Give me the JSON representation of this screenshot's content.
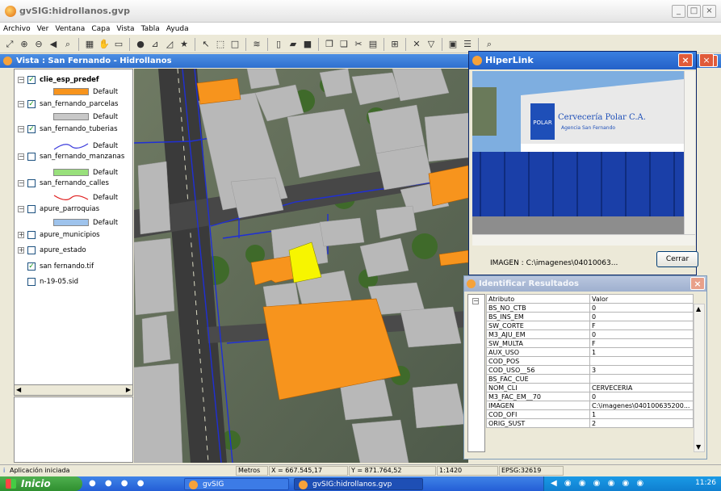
{
  "app": {
    "title": "gvSIG:hidrollanos.gvp"
  },
  "window_buttons": {
    "minimize": "_",
    "maximize": "□",
    "close": "×"
  },
  "menu": [
    "Archivo",
    "Ver",
    "Ventana",
    "Capa",
    "Vista",
    "Tabla",
    "Ayuda"
  ],
  "view": {
    "title": "Vista : San Fernando - Hidrollanos"
  },
  "toc": {
    "layers": [
      {
        "name": "clie_esp_predef",
        "checked": true,
        "expander": "−",
        "legend": "Default",
        "color": "#f7941d"
      },
      {
        "name": "san_fernando_parcelas",
        "checked": true,
        "expander": "−",
        "legend": "Default",
        "color": "#c8c8c8"
      },
      {
        "name": "san_fernando_tuberias",
        "checked": true,
        "expander": "−",
        "legend": "Default",
        "color": "#3b3bdc"
      },
      {
        "name": "san_fernando_manzanas",
        "checked": false,
        "expander": "−",
        "legend": "Default",
        "color": "#99e07c"
      },
      {
        "name": "san_fernando_calles",
        "checked": false,
        "expander": "−",
        "legend": "Default",
        "color": "#e02020"
      },
      {
        "name": "apure_parroquias",
        "checked": false,
        "expander": "−",
        "legend": "Default",
        "color": "#9ec3ec"
      },
      {
        "name": "apure_municipios",
        "checked": false,
        "expander": "+"
      },
      {
        "name": "apure_estado",
        "checked": false,
        "expander": "+"
      },
      {
        "name": "san fernando.tif",
        "checked": true
      },
      {
        "name": "n-19-05.sid",
        "checked": false
      }
    ]
  },
  "hiperlink": {
    "title": "HiperLink",
    "image_path": "IMAGEN : C:\\imagenes\\04010063...",
    "close_label": "Cerrar",
    "sign_text": "Cervecería Polar C.A.",
    "sign_sub": "Agencia San Fernando",
    "logo_text": "POLAR"
  },
  "results": {
    "title": "Identificar Resultados",
    "columns": [
      "Atributo",
      "Valor"
    ],
    "rows": [
      [
        "BS_NO_CTB",
        "0"
      ],
      [
        "BS_INS_EM",
        "0"
      ],
      [
        "SW_CORTE",
        "F"
      ],
      [
        "M3_AJU_EM",
        "0"
      ],
      [
        "SW_MULTA",
        "F"
      ],
      [
        "AUX_USO",
        "1"
      ],
      [
        "COD_POS",
        ""
      ],
      [
        "COD_USO__56",
        "3"
      ],
      [
        "BS_FAC_CUE",
        ""
      ],
      [
        "NOM_CLI",
        "CERVECERIA"
      ],
      [
        "M3_FAC_EM__70",
        "0"
      ],
      [
        "IMAGEN",
        "C:\\imagenes\\040100635200..."
      ],
      [
        "COD_OFI",
        "1"
      ],
      [
        "ORIG_SUST",
        "2"
      ]
    ]
  },
  "status": {
    "message": "Aplicación iniciada",
    "units": "Metros",
    "x": "X = 667.545,17",
    "y": "Y = 871.764,52",
    "scale": "1:1420",
    "epsg": "EPSG:32619"
  },
  "taskbar": {
    "start": "Inicio",
    "tasks": [
      "gvSIG",
      "gvSIG:hidrollanos.gvp"
    ],
    "clock": "11:26"
  }
}
